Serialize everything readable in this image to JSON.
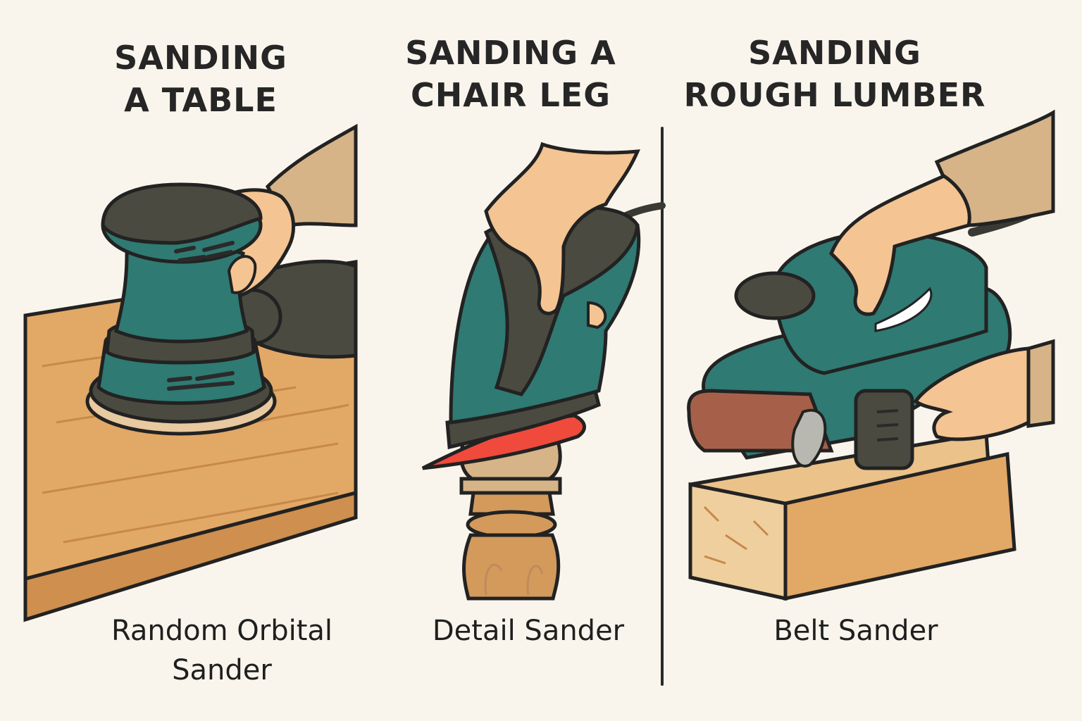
{
  "panels": [
    {
      "title_line1": "SANDING",
      "title_line2": "A TABLE",
      "caption_line1": "Random Orbital",
      "caption_line2": "Sander",
      "tool": "random-orbital-sander",
      "workpiece": "tabletop"
    },
    {
      "title_line1": "SANDING A",
      "title_line2": "CHAIR LEG",
      "caption_line1": "Detail Sander",
      "caption_line2": "",
      "tool": "detail-sander",
      "workpiece": "turned-chair-leg"
    },
    {
      "title_line1": "SANDING",
      "title_line2": "ROUGH LUMBER",
      "caption_line1": "Belt Sander",
      "caption_line2": "",
      "tool": "belt-sander",
      "workpiece": "rough-lumber-board"
    }
  ],
  "colors": {
    "background": "#faf5ec",
    "tool_teal": "#2f7a72",
    "tool_dark": "#4a4a40",
    "wood": "#e2a866",
    "skin": "#f4c493",
    "sleeve": "#d6b488",
    "sandpaper_red": "#ef4a3c",
    "belt_brown": "#a6604a",
    "outline": "#222222"
  }
}
